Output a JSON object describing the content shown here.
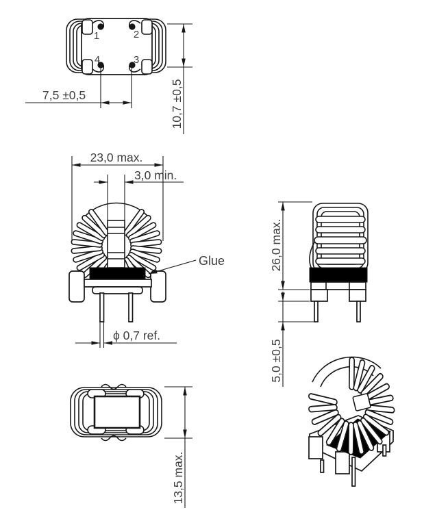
{
  "colors": {
    "background": "#ffffff",
    "line": "#161616",
    "text": "#3d3d3d",
    "glue": "#000000"
  },
  "labels": {
    "glue": "Glue"
  },
  "pins": {
    "p1": "1",
    "p2": "2",
    "p3": "3",
    "p4": "4"
  },
  "dimensions": {
    "pin_pitch": "7,5 ±0,5",
    "row_pitch": "10,7 ±0,5",
    "body_width": "23,0 max.",
    "winding_gap": "3,0 min.",
    "pin_diameter": "ϕ 0,7 ref.",
    "body_height": "26,0 max.",
    "pin_length": "5,0 ±0,5",
    "body_depth": "13,5 max."
  }
}
